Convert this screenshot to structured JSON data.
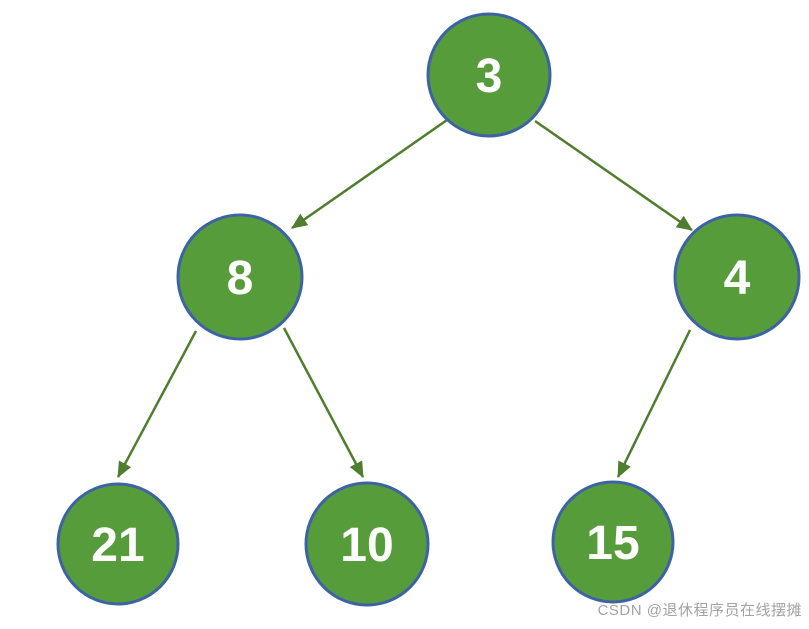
{
  "diagram": {
    "kind": "binary-tree",
    "watermark": "CSDN @退休程序员在线摆摊"
  },
  "nodes": [
    {
      "value": "3",
      "role": "root"
    },
    {
      "value": "8",
      "parent": "3",
      "side": "left"
    },
    {
      "value": "4",
      "parent": "3",
      "side": "right"
    },
    {
      "value": "21",
      "parent": "8",
      "side": "left"
    },
    {
      "value": "10",
      "parent": "8",
      "side": "right"
    },
    {
      "value": "15",
      "parent": "4",
      "side": "left"
    }
  ],
  "edges": [
    {
      "from": "3",
      "to": "8"
    },
    {
      "from": "3",
      "to": "4"
    },
    {
      "from": "8",
      "to": "21"
    },
    {
      "from": "8",
      "to": "10"
    },
    {
      "from": "4",
      "to": "15"
    }
  ],
  "colors": {
    "node_fill": "#579c3b",
    "node_border": "#3d63a5",
    "arrow": "#4e7e2e",
    "node_text": "#ffffff",
    "watermark_text": "#a3a3a3",
    "background": "#ffffff"
  }
}
